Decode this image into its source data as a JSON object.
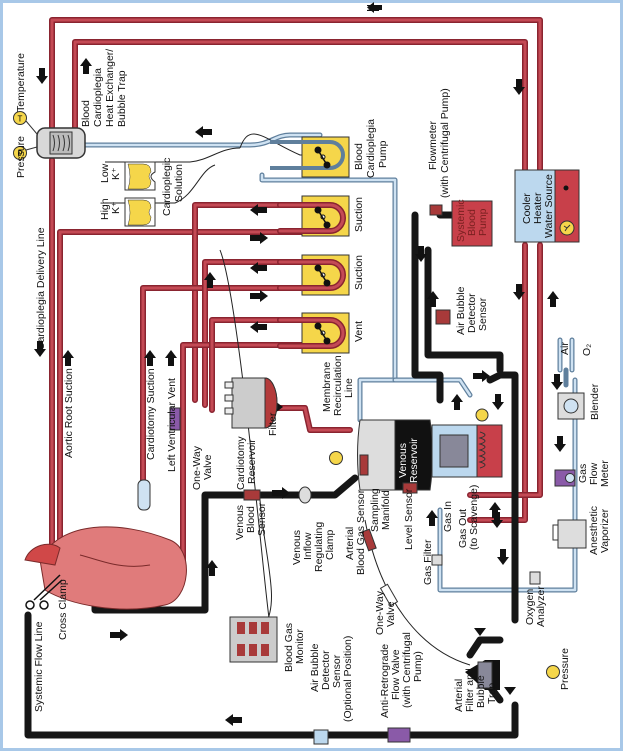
{
  "diagram": {
    "title": "Cardiopulmonary bypass circuit",
    "colors": {
      "frame": "#a8c8e8",
      "blood_tubing": "#8a2430",
      "systemic_line": "#161616",
      "gas_line": "#cfe2f2",
      "pump_box": "#f5d64a",
      "water_source_red": "#c8404a",
      "water_source_blue": "#bcd8ee",
      "valve_purple": "#8a5aa8"
    },
    "labels": {
      "pressure_top": "Pressure",
      "temperature_top": "Temperature",
      "p_badge": "P",
      "t_badge": "T",
      "hx_1": "Blood",
      "hx_2": "Cardioplegia",
      "hx_3": "Heat Exchanger/",
      "hx_4": "Bubble Trap",
      "low_k_1": "Low",
      "low_k_2": "K⁺",
      "high_k_1": "High",
      "high_k_2": "K⁺",
      "cardioplegic_1": "Cardioplegic",
      "cardioplegic_2": "Solution",
      "bc_pump_1": "Blood",
      "bc_pump_2": "Cardioplegia",
      "bc_pump_3": "Pump",
      "suction_1": "Suction",
      "suction_2": "Suction",
      "vent": "Vent",
      "flowmeter_1": "Flowmeter",
      "flowmeter_2": "(with Centrifugal Pump)",
      "systemic_pump_1": "Systemic",
      "systemic_pump_2": "Blood",
      "systemic_pump_3": "Pump",
      "water_1": "Cooler",
      "water_2": "Heater",
      "water_3": "Water Source",
      "air_bubble_1": "Air Bubble",
      "air_bubble_2": "Detector",
      "air_bubble_3": "Sensor",
      "air": "Air",
      "o2": "O₂",
      "blender": "Blender",
      "gas_flow_1": "Gas",
      "gas_flow_2": "Flow",
      "gas_flow_3": "Meter",
      "vaporizer_1": "Anesthetic",
      "vaporizer_2": "Vaporizer",
      "cardioplegia_delivery": "Cardioplegia Delivery Line",
      "aortic_root": "Aortic Root Suction",
      "cardiotomy_suction": "Cardiotomy Suction",
      "lv_vent": "Left Ventricular Vent",
      "one_way_1": "One-Way",
      "one_way_2": "Valve",
      "cardiotomy_res_1": "Cardiotomy",
      "cardiotomy_res_2": "Reservoir",
      "filter": "Filter",
      "membrane_1": "Membrane",
      "membrane_2": "Recirculation",
      "membrane_3": "Line",
      "venous_res_1": "Venous",
      "venous_res_2": "Reservoir",
      "venous_sensor_1": "Venous",
      "venous_sensor_2": "Blood",
      "venous_sensor_3": "Sensor",
      "clamp_1": "Venous",
      "clamp_2": "Inflow",
      "clamp_3": "Regulating",
      "clamp_4": "Clamp",
      "abg_1": "Arterial",
      "abg_2": "Blood Gas Sensor",
      "sampling_1": "Sampling",
      "sampling_2": "Manifold",
      "level_sensor": "Level Sensor",
      "gas_in": "Gas In",
      "gas_out_1": "Gas Out",
      "gas_out_2": "(to Scavenge)",
      "gas_filter": "Gas Filter",
      "oxygen_1": "Oxygen",
      "oxygen_2": "Analyzer",
      "one_way2_1": "One-Way",
      "one_way2_2": "Valve",
      "bgm_1": "Blood Gas",
      "bgm_2": "Monitor",
      "systemic_flow": "Systemic Flow Line",
      "cross_clamp": "Cross Clamp",
      "abd_opt_1": "Air Bubble",
      "abd_opt_2": "Detector",
      "abd_opt_3": "Sensor",
      "abd_opt_4": "(Optional Position)",
      "anti_1": "Anti-Retrograde",
      "anti_2": "Flow Valve",
      "anti_3": "(with Centrifugal",
      "anti_4": "Pump)",
      "art_filter_1": "Arterial",
      "art_filter_2": "Filter and",
      "art_filter_3": "Bubble",
      "art_filter_4": "Trap",
      "pressure_bottom": "Pressure"
    }
  }
}
